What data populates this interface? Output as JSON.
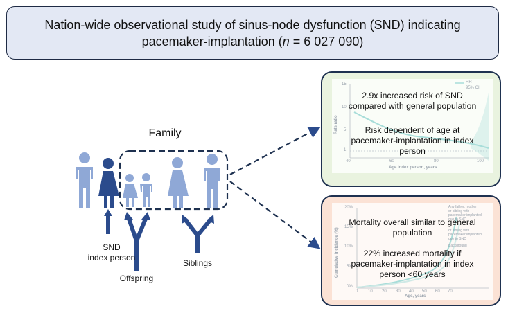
{
  "header": {
    "line1": "Nation-wide observational study of sinus-node dysfunction (SND) indicating",
    "line2_prefix": "pacemaker-implantation (",
    "line2_n": "n",
    "line2_suffix": " = 6 027 090)"
  },
  "diagram": {
    "family_label": "Family",
    "index_label_line1": "SND",
    "index_label_line2": "index person",
    "offspring_label": "Offspring",
    "siblings_label": "Siblings"
  },
  "panel_top": {
    "finding1_line1": "2.9x increased risk of SND",
    "finding1_line2": "compared with general population",
    "finding2_line1": "Risk dependent of age at",
    "finding2_line2": "pacemaker-implantation in index",
    "finding2_line3": "person",
    "legend_rr": "RR",
    "legend_ci": "95% CI",
    "ylabel": "Rate ratio",
    "xlabel": "Age index person, years",
    "yticks": [
      "15",
      "10",
      "5",
      "1"
    ],
    "xticks": [
      "40",
      "60",
      "80",
      "100"
    ]
  },
  "panel_bottom": {
    "finding1_line1": "Mortality overall similar to general",
    "finding1_line2": "population",
    "finding2_line1": "22% increased mortality if",
    "finding2_line2": "pacemaker-implantation in index",
    "finding2_line3": "person <60 years",
    "ylabel": "Cumulative incidence (%)",
    "xlabel": "Age, years",
    "yticks": [
      "20%",
      "15%",
      "10%",
      "5%",
      "0%"
    ],
    "xticks": [
      "0",
      "10",
      "20",
      "30",
      "40",
      "50",
      "60",
      "70"
    ],
    "legend1": [
      "Any father, mother",
      "or sibling with",
      "pacemaker implanted",
      "due to SND"
    ],
    "legend2": [
      "or sibling with",
      "pacemaker implanted",
      "due to SND"
    ],
    "legend3": [
      "Background"
    ]
  },
  "colors": {
    "title_bg": "#e3e8f4",
    "panel_border": "#1e3150",
    "panel_top_bg": "#e9f3df",
    "panel_bottom_bg": "#fbe2d5",
    "person_light": "#8fa8d6",
    "person_dark": "#2b4b8c",
    "arrow": "#2b4b8c",
    "curve": "#a8ddd9"
  }
}
